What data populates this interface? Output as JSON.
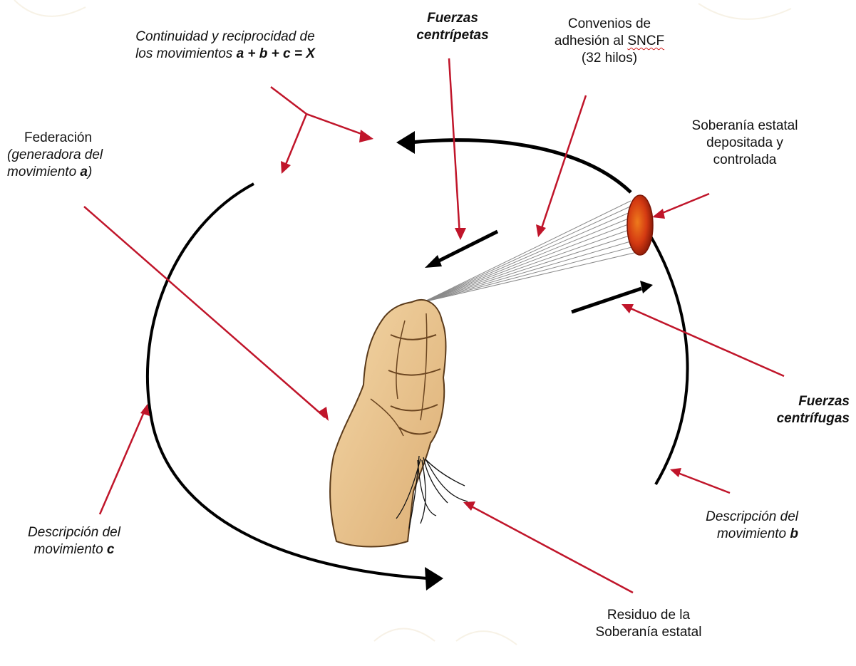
{
  "labels": {
    "continuity": {
      "line1": "Continuidad y reciprocidad de",
      "line2_prefix": "los movimientos ",
      "formula": "a + b + c = X"
    },
    "centripetal": {
      "line1": "Fuerzas",
      "line2": "centrípetas"
    },
    "conventions": {
      "line1": "Convenios de",
      "line2_prefix": "adhesión al ",
      "line2_term": "SNCF",
      "line3": "(32 hilos)"
    },
    "federation": {
      "line1": "Federación",
      "line2": "(generadora del",
      "line3_prefix": "movimiento ",
      "line3_var": "a",
      "line3_suffix": ")"
    },
    "sovereignty": {
      "line1": "Soberanía estatal",
      "line2": "depositada y",
      "line3": "controlada"
    },
    "centrifugal": {
      "line1": "Fuerzas",
      "line2": "centrífugas"
    },
    "movement_b": {
      "line1": "Descripción del",
      "line2_prefix": "movimiento ",
      "line2_var": "b"
    },
    "movement_c": {
      "line1": "Descripción del",
      "line2_prefix": "movimiento ",
      "line2_var": "c"
    },
    "residue": {
      "line1": "Residuo de la",
      "line2": "Soberanía estatal"
    }
  },
  "colors": {
    "pointer": "#c0152a",
    "cycle": "#000000",
    "ball": "#d23a14",
    "fist": "#e8c08a",
    "threads": "#8a8a8a"
  }
}
